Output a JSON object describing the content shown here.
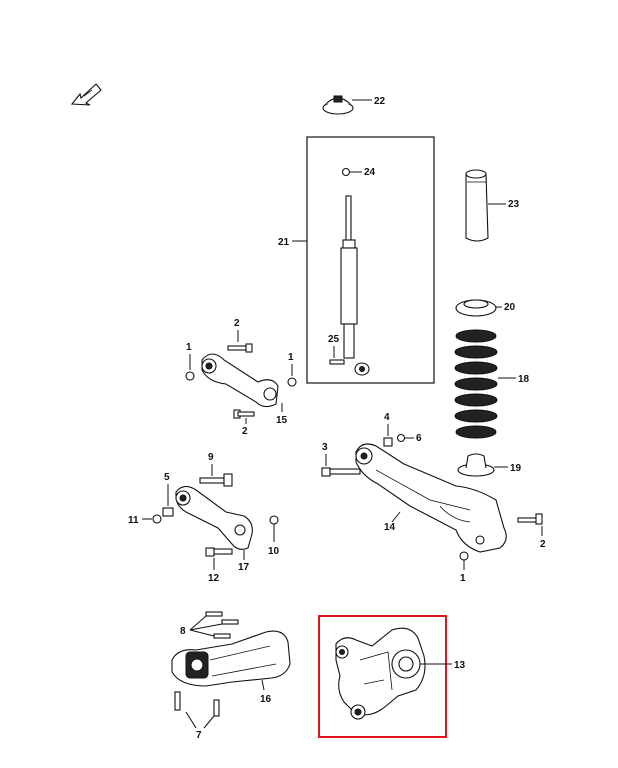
{
  "callouts": {
    "c1a": "1",
    "c1b": "1",
    "c1c": "1",
    "c2a": "2",
    "c2b": "2",
    "c2c": "2",
    "c3": "3",
    "c4": "4",
    "c5": "5",
    "c6": "6",
    "c7": "7",
    "c8": "8",
    "c9": "9",
    "c10": "10",
    "c11": "11",
    "c12": "12",
    "c13": "13",
    "c14": "14",
    "c15": "15",
    "c16": "16",
    "c17": "17",
    "c18": "18",
    "c19": "19",
    "c20": "20",
    "c21": "21",
    "c22": "22",
    "c23": "23",
    "c24": "24",
    "c25": "25"
  },
  "highlight_color": "#e0141e",
  "line_color": "#111111",
  "icons": [
    "front-direction-arrow-icon"
  ]
}
